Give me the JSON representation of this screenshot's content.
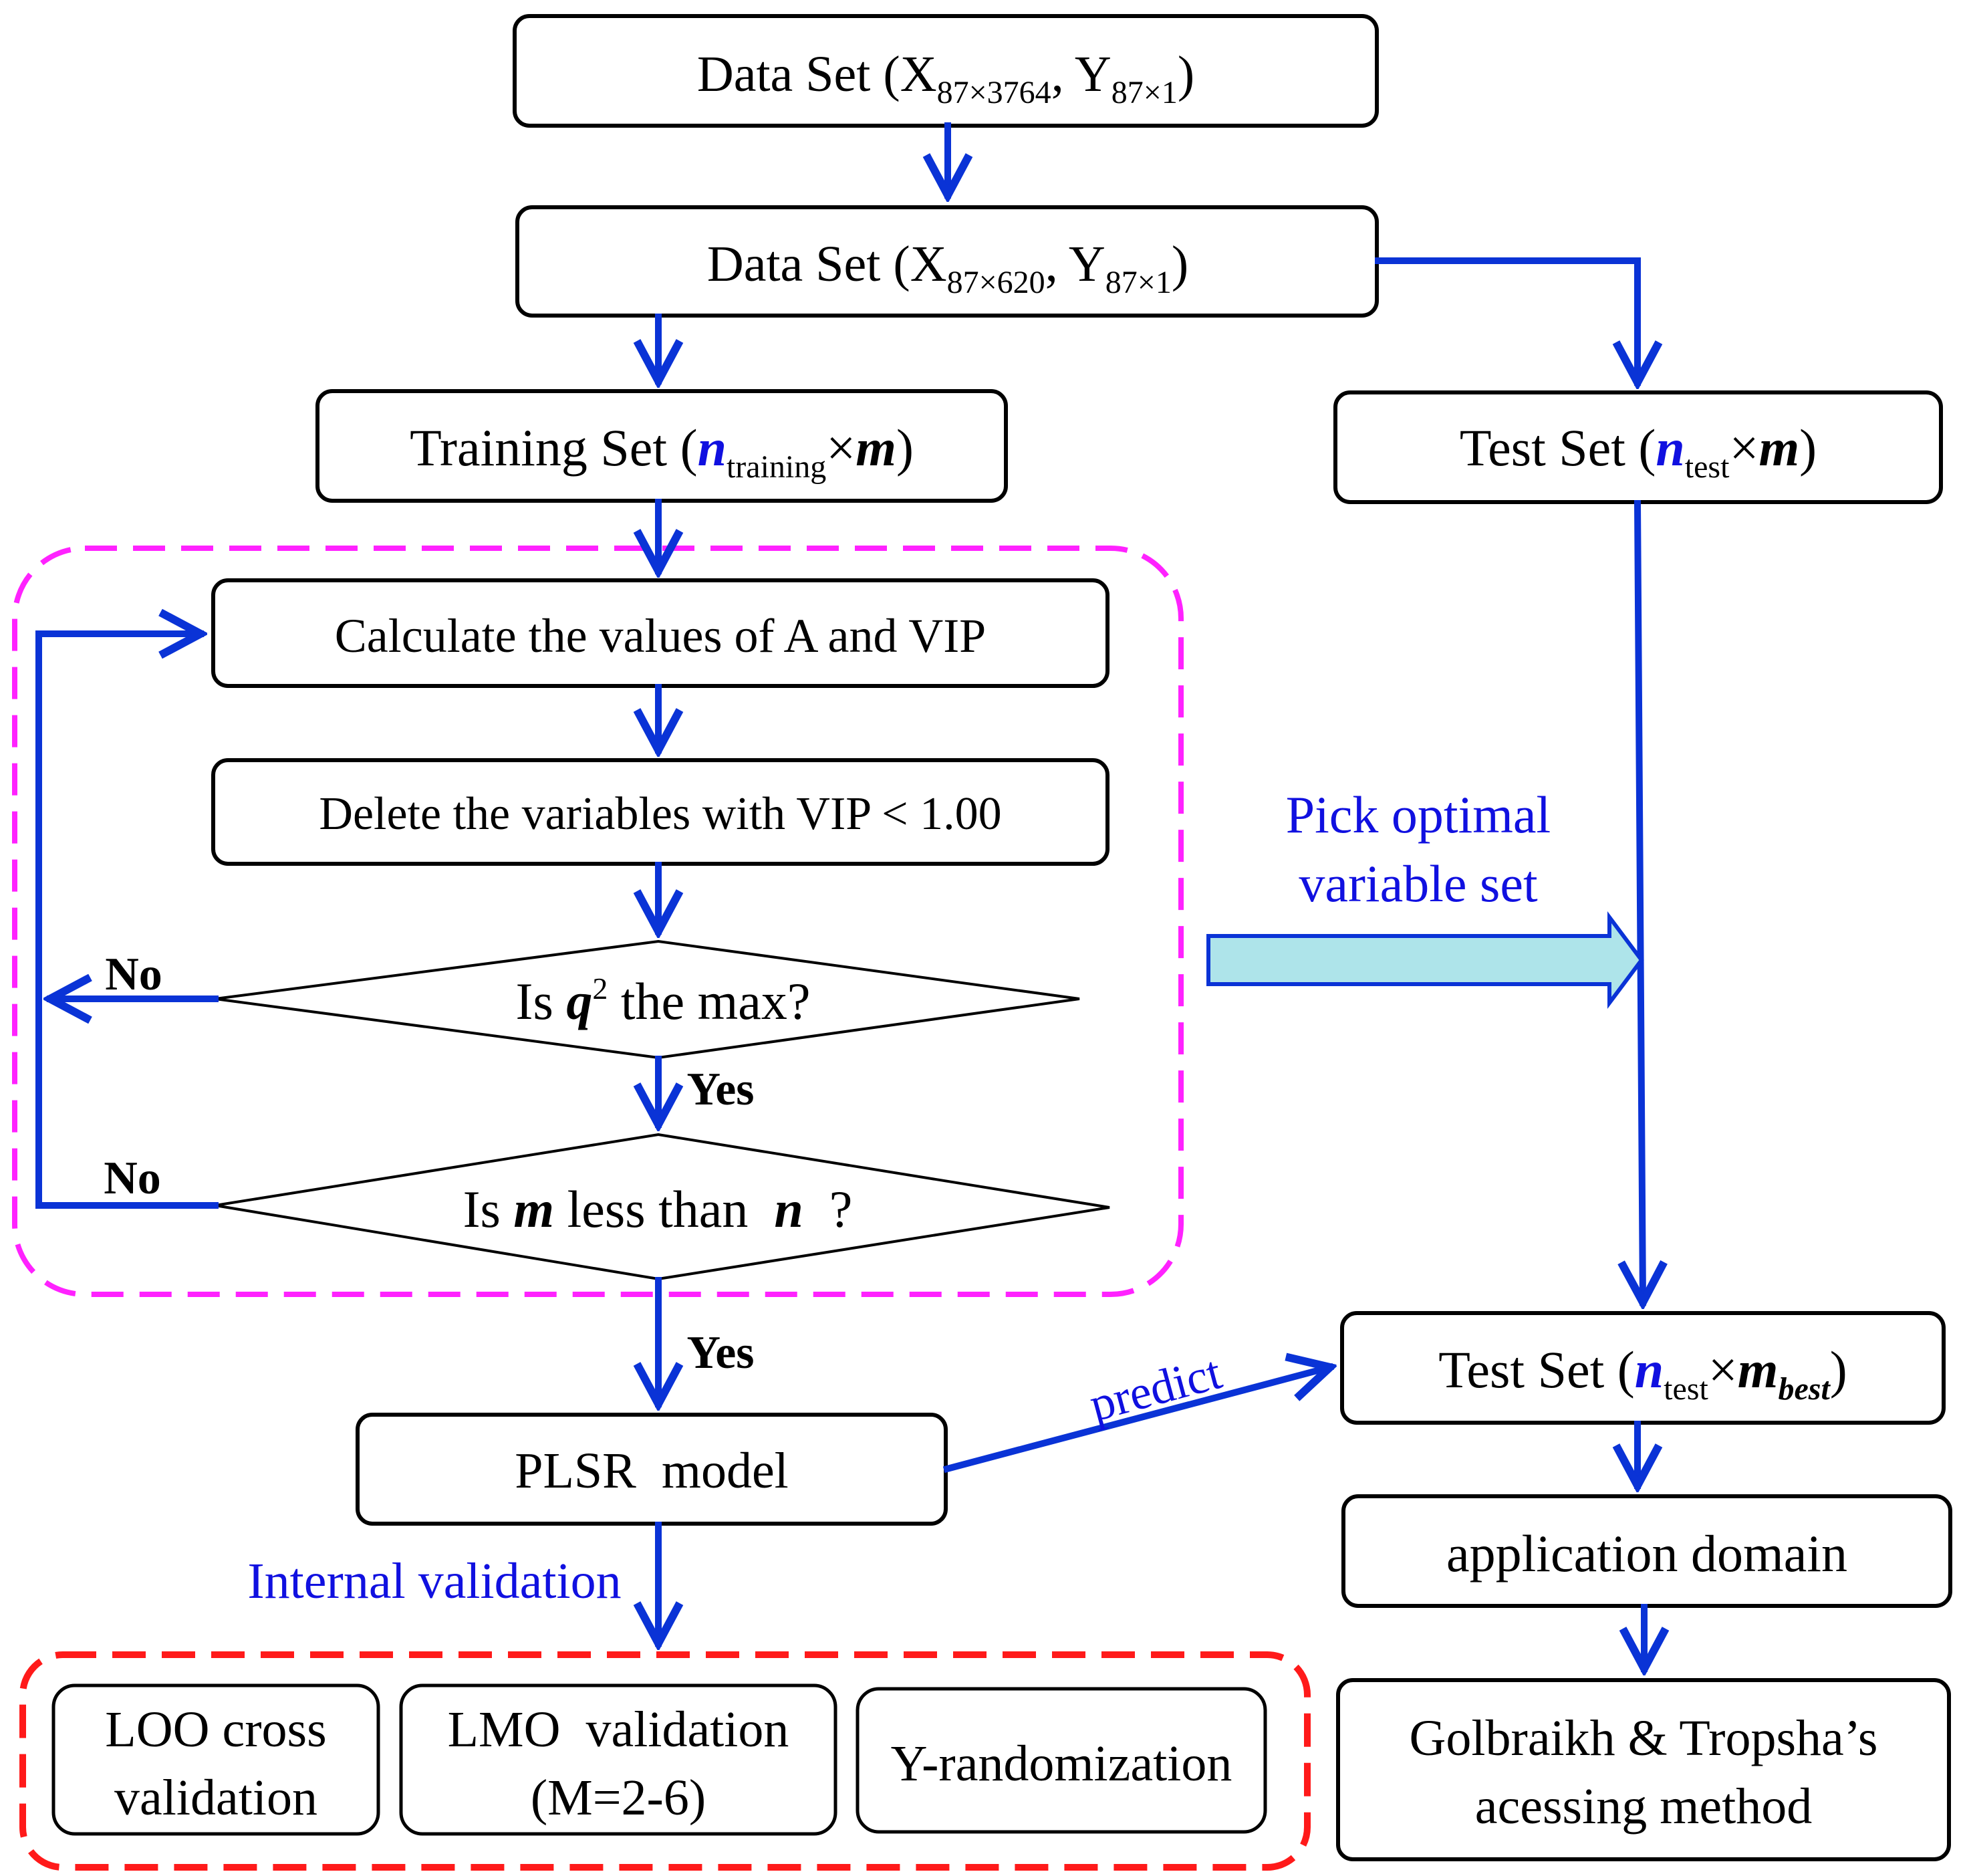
{
  "colors": {
    "box_stroke": "#000000",
    "arrow": "#0a33d6",
    "blue_text": "#1010e0",
    "loop_border": "#ff22ff",
    "validation_border": "#ff1a1a",
    "pick_arrow_fill": "#aee4ea"
  },
  "nodes": {
    "dataset_full": {
      "pre": "Data Set (X",
      "sub1": "87×3764",
      "mid": ", Y",
      "sub2": "87×1",
      "post": ")"
    },
    "dataset_reduced": {
      "pre": "Data Set (X",
      "sub1": "87×620",
      "mid": ", Y",
      "sub2": "87×1",
      "post": ")"
    },
    "training_set": {
      "pre": "Training Set (",
      "n": "n",
      "sub": "training",
      "times": "×",
      "m": "m",
      "post": ")"
    },
    "test_set": {
      "pre": "Test Set (",
      "n": "n",
      "sub": "test",
      "times": "×",
      "m": "m",
      "post": ")"
    },
    "calc_vip": {
      "label": "Calculate the values of  A and VIP"
    },
    "delete_vars": {
      "label": "Delete the variables with VIP < 1.00"
    },
    "q2_decision": {
      "pre": "Is ",
      "q": "q",
      "sup": "2",
      "post": " the max?"
    },
    "m_decision": {
      "pre": "Is ",
      "m": "m",
      "mid": " less than  ",
      "n": "n",
      "post": "  ?"
    },
    "plsr_model": {
      "label": "PLSR  model"
    },
    "test_set_best": {
      "pre": "Test Set (",
      "n": "n",
      "sub": "test",
      "times": "×",
      "m": "m",
      "sub2": "best",
      "post": ")"
    },
    "application_domain": {
      "label": "application domain"
    },
    "golbraikh": {
      "line1": "Golbraikh & Tropsha’s",
      "line2": "acessing method"
    },
    "loo": {
      "line1": "LOO cross",
      "line2": "validation"
    },
    "lmo": {
      "line1": "LMO  validation",
      "line2": "(M=2-6)"
    },
    "y_random": {
      "label": "Y-randomization"
    }
  },
  "edge_labels": {
    "no_q2": "No",
    "no_m": "No",
    "yes_q2": "Yes",
    "yes_m": "Yes",
    "pick_line1": "Pick optimal",
    "pick_line2": "variable set",
    "predict": "predict",
    "internal_validation": "Internal validation"
  }
}
